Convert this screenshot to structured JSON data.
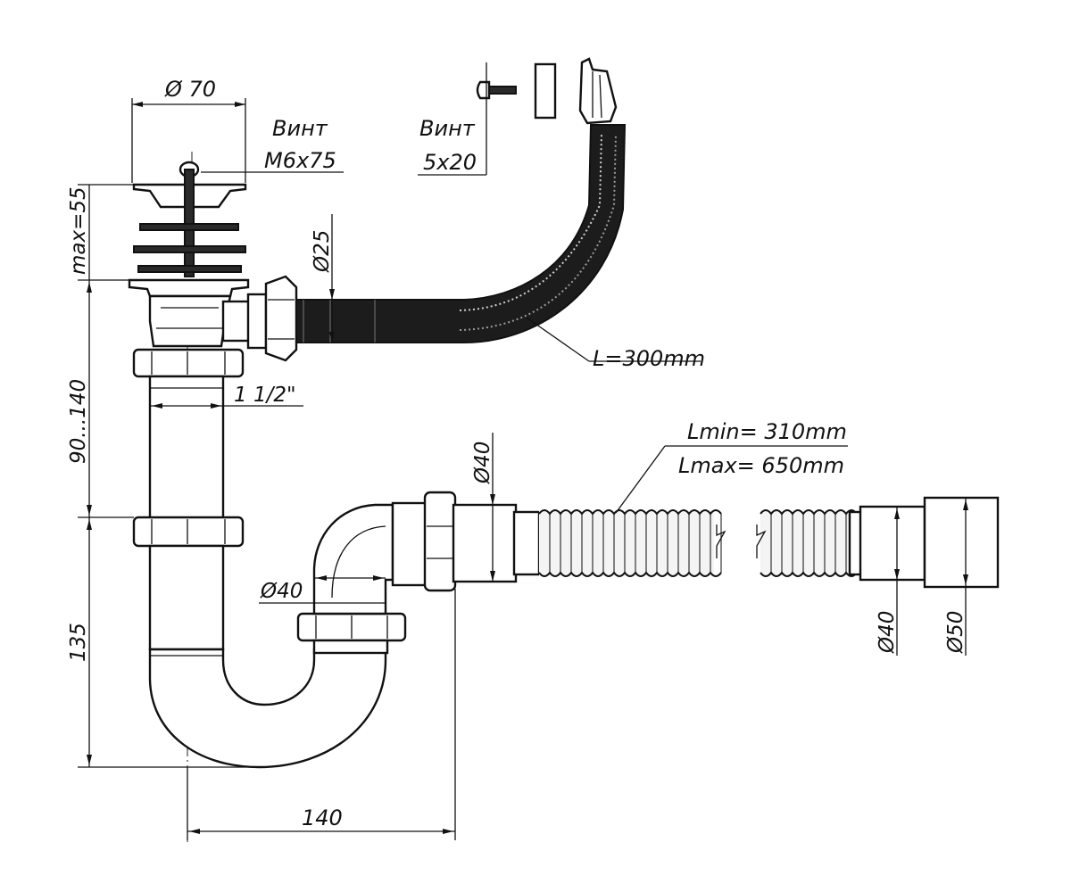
{
  "labels": {
    "dia70": "Ø 70",
    "vint1_title": "Винт",
    "vint1_size": "M6x75",
    "vint2_title": "Винт",
    "vint2_size": "5x20",
    "max55": "max=55",
    "dia25": "Ø25",
    "l300": "L=300mm",
    "dim90_140": "90...140",
    "thread": "1 1/2\"",
    "dia40_top": "Ø40",
    "lmin": "Lmin=  310mm",
    "lmax": "Lmax=  650mm",
    "dia40_left": "Ø40",
    "dim135": "135",
    "dia40_right": "Ø40",
    "dia50": "Ø50",
    "dim140": "140"
  }
}
